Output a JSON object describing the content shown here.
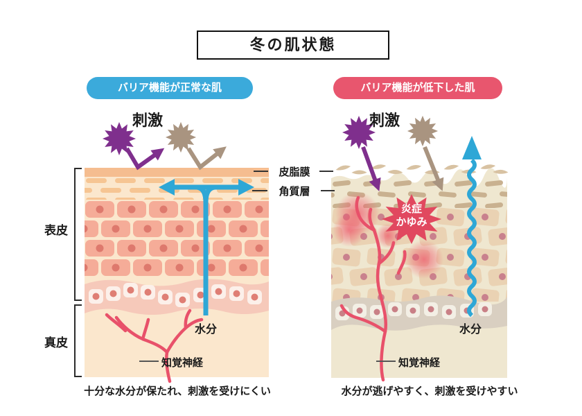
{
  "title": "冬の肌状態",
  "left_panel": {
    "header": "バリア機能が正常な肌",
    "stimulus": "刺激",
    "moisture": "水分",
    "nerve": "知覚神経",
    "caption": "十分な水分が保たれ、刺激を受けにくい"
  },
  "right_panel": {
    "header": "バリア機能が低下した肌",
    "stimulus": "刺激",
    "moisture": "水分",
    "nerve": "知覚神経",
    "inflammation_line1": "炎症",
    "inflammation_line2": "かゆみ",
    "caption": "水分が逃げやすく、刺激を受けやすい"
  },
  "layer_labels": {
    "sebum_film": "皮脂膜",
    "stratum_corneum": "角質層",
    "epidermis": "表皮",
    "dermis": "真皮"
  },
  "icons": {
    "stimulus_purple": "starburst-icon",
    "stimulus_tan": "starburst-icon",
    "inflammation": "inflammation-burst-icon",
    "moisture_normal": "t-shaped-double-arrow-icon",
    "moisture_escape": "wavy-up-arrow-icon",
    "nerve": "branching-nerve-icon"
  },
  "colors": {
    "normal_header_bg": "#3BAADB",
    "impaired_header_bg": "#E8566E",
    "moisture_arrow": "#2EA7D6",
    "stimulus_purple": "#7F2F8D",
    "stimulus_tan": "#A99480",
    "nerve_red": "#E8516A",
    "inflammation_burst": "#E1485F",
    "normal_skin_bg": "#FBE7CD",
    "dry_skin_bg": "#EFE7D0"
  }
}
